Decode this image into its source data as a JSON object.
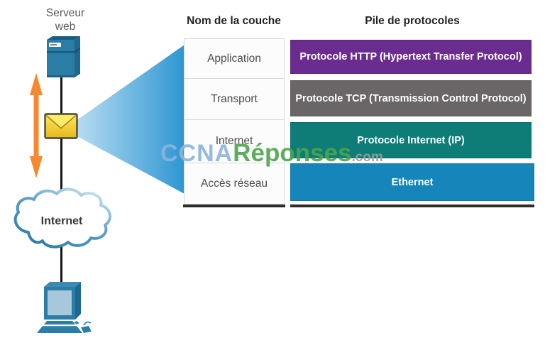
{
  "left_diagram": {
    "server_label": "Serveur web",
    "cloud_label": "Internet",
    "icons": [
      "server-icon",
      "up-down-arrow-icon",
      "envelope-icon",
      "cloud-icon",
      "desktop-computer-icon",
      "magnify-beam"
    ]
  },
  "table": {
    "layer_column_header": "Nom de la couche",
    "protocol_column_header": "Pile de protocoles",
    "rows": [
      {
        "layer": "Application",
        "protocol": "Protocole HTTP (Hypertext Transfer Protocol)",
        "protocol_color": "#6a2d8f"
      },
      {
        "layer": "Transport",
        "protocol": "Protocole TCP (Transmission Control Protocol)",
        "protocol_color": "#6a6667"
      },
      {
        "layer": "Internet",
        "protocol": "Protocole Internet (IP)",
        "protocol_color": "#0e7d78"
      },
      {
        "layer": "Accès réseau",
        "protocol": "Ethernet",
        "protocol_color": "#1585ba"
      }
    ]
  },
  "watermark": {
    "part1": "CCNA",
    "part2": "Réponses",
    "part3": ".com",
    "part1_color": "#8ab5dc",
    "part2_color": "#4da44d",
    "part3_color": "#9e9e9e"
  },
  "colors": {
    "beam_gradient_start": "#b8ddf2",
    "beam_gradient_end": "#2e96d2",
    "arrow_orange": "#f6882f",
    "envelope_yellow": "#f7d023",
    "device_blue": "#2b7da6",
    "table_shadow": "#2d2b2c"
  }
}
